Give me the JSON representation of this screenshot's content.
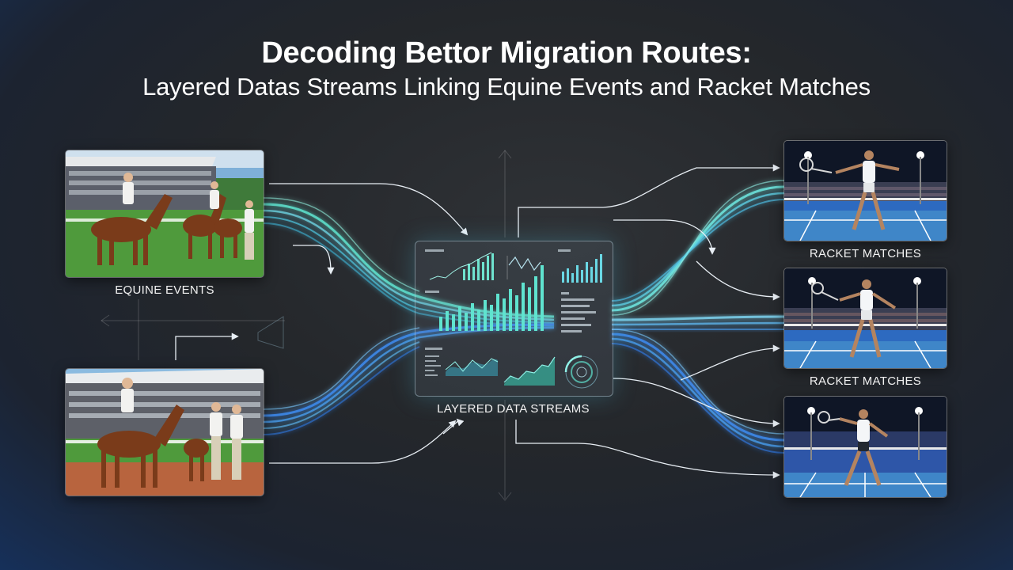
{
  "title": {
    "line1": "Decoding Bettor Migration Routes:",
    "line2": "Layered Datas Streams Linking Equine Events and Racket Matches"
  },
  "left_panel": {
    "caption": "EQUINE EVENTS",
    "photos": [
      "equine-photo-top",
      "equine-photo-bottom"
    ]
  },
  "center_panel": {
    "caption": "LAYERED DATA STREAMS"
  },
  "right_panel": {
    "captions": [
      "RACKET MATCHES",
      "RACKET MATCHES"
    ],
    "photos": [
      "tennis-photo-top",
      "tennis-photo-middle",
      "tennis-photo-bottom"
    ]
  },
  "colors": {
    "stream_teal": "#5fe3cf",
    "stream_blue": "#3e8cf0",
    "background_dark": "#24272b",
    "background_blue": "#16305a"
  }
}
